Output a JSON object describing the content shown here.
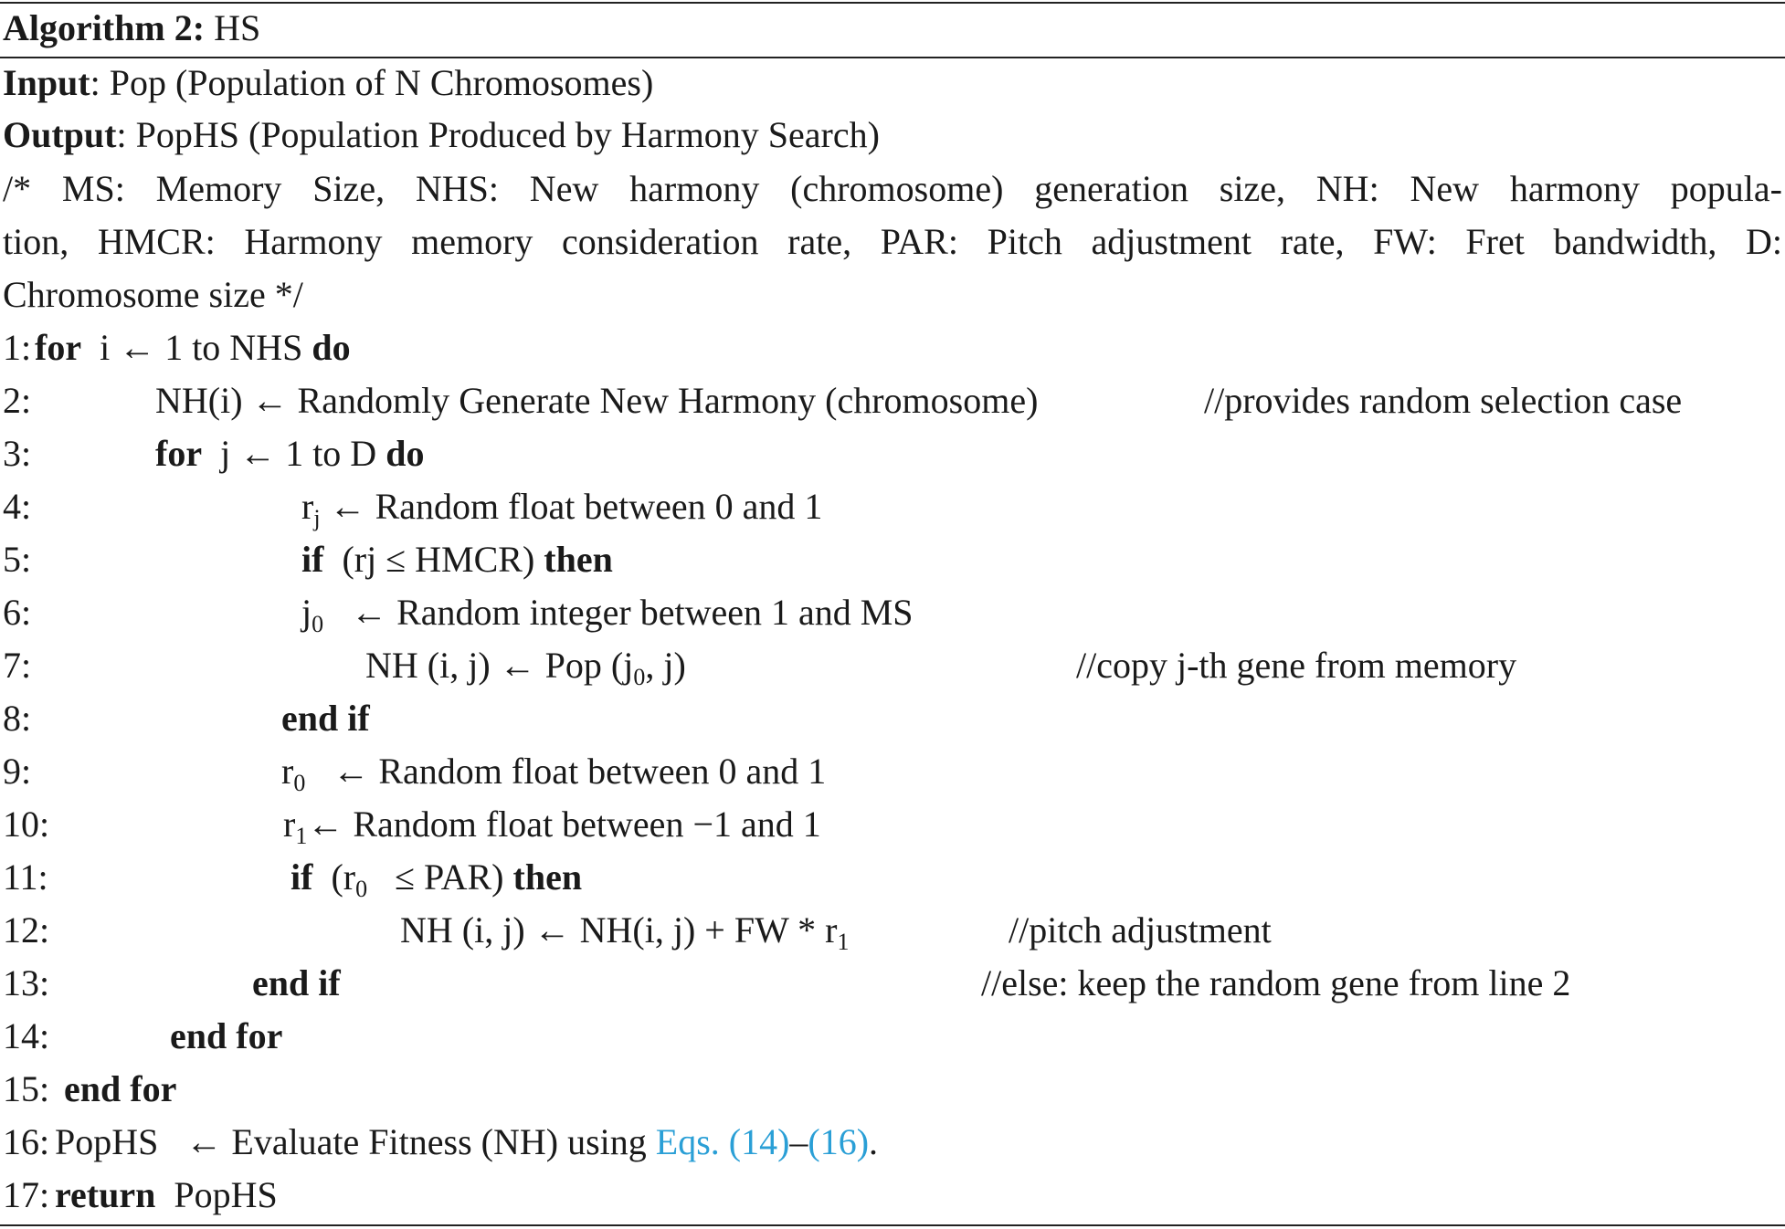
{
  "title": {
    "label": "Algorithm 2:",
    "name": "HS"
  },
  "input": {
    "label": "Input",
    "text": ": Pop (Population of N Chromosomes)"
  },
  "output": {
    "label": "Output",
    "text": ": PopHS  (Population Produced by Harmony Search)"
  },
  "description": "/* MS: Memory Size, NHS: New harmony (chromosome) generation size, NH: New harmony popula-tion, HMCR: Harmony memory consideration rate, PAR: Pitch adjustment rate, FW: Fret bandwidth, D: Chromosome size */",
  "description_lines": [
    "/* MS: Memory Size, NHS: New harmony (chromosome) generation size, NH: New harmony popula-",
    "tion, HMCR: Harmony memory consideration rate, PAR: Pitch adjustment rate, FW: Fret bandwidth, D:",
    "Chromosome size */"
  ],
  "lines": [
    {
      "num": "1:",
      "parts": [
        [
          "kw",
          "for"
        ],
        [
          "t",
          "  i ← 1 to NHS "
        ],
        [
          "kw",
          "do"
        ]
      ]
    },
    {
      "num": "2:",
      "parts": [
        [
          "t",
          "NH(i) ← Randomly Generate New Harmony (chromosome)"
        ]
      ],
      "comment": "//provides random selection case"
    },
    {
      "num": "3:",
      "parts": [
        [
          "kw",
          "for"
        ],
        [
          "t",
          "  j ← 1 to D "
        ],
        [
          "kw",
          "do"
        ]
      ]
    },
    {
      "num": "4:",
      "parts": [
        [
          "t",
          "r"
        ],
        [
          "sub",
          "j"
        ],
        [
          "t",
          " ← Random float between 0 and 1"
        ]
      ]
    },
    {
      "num": "5:",
      "parts": [
        [
          "kw",
          "if"
        ],
        [
          "t",
          "  (rj ≤ HMCR) "
        ],
        [
          "kw",
          "then"
        ]
      ]
    },
    {
      "num": "6:",
      "parts": [
        [
          "t",
          "j"
        ],
        [
          "sub",
          "0"
        ],
        [
          "t",
          "   ← Random integer between 1 and MS"
        ]
      ]
    },
    {
      "num": "7:",
      "parts": [
        [
          "t",
          "NH (i, j) ← Pop (j"
        ],
        [
          "sub",
          "0"
        ],
        [
          "t",
          ", j)"
        ]
      ],
      "comment": "//copy j-th  gene from memory"
    },
    {
      "num": "8:",
      "parts": [
        [
          "kw",
          "end if"
        ]
      ]
    },
    {
      "num": "9:",
      "parts": [
        [
          "t",
          "r"
        ],
        [
          "sub",
          "0"
        ],
        [
          "t",
          "   ← Random float between 0 and 1"
        ]
      ]
    },
    {
      "num": "10:",
      "parts": [
        [
          "t",
          "r"
        ],
        [
          "sub",
          "1"
        ],
        [
          "t",
          "← Random float between −1 and 1"
        ]
      ]
    },
    {
      "num": "11:",
      "parts": [
        [
          "kw",
          "if"
        ],
        [
          "t",
          "  (r"
        ],
        [
          "sub",
          "0"
        ],
        [
          "t",
          "   ≤ PAR) "
        ],
        [
          "kw",
          "then"
        ]
      ]
    },
    {
      "num": "12:",
      "parts": [
        [
          "t",
          "NH (i, j) ← NH(i, j) + FW * r"
        ],
        [
          "sub",
          "1"
        ]
      ],
      "comment": "//pitch adjustment"
    },
    {
      "num": "13:",
      "parts": [
        [
          "kw",
          "end if"
        ]
      ],
      "comment": "//else: keep the random gene from line 2"
    },
    {
      "num": "14:",
      "parts": [
        [
          "kw",
          "end for"
        ]
      ]
    },
    {
      "num": "15:",
      "parts": [
        [
          "kw",
          "end for"
        ]
      ]
    },
    {
      "num": "16:",
      "parts": [
        [
          "t",
          "PopHS   ← Evaluate Fitness (NH) using "
        ],
        [
          "link",
          "Eqs. (14)"
        ],
        [
          "t",
          "–"
        ],
        [
          "link",
          "(16)"
        ],
        [
          "t",
          "."
        ]
      ]
    },
    {
      "num": "17:",
      "parts": [
        [
          "kw",
          "return"
        ],
        [
          "t",
          "  PopHS"
        ]
      ]
    }
  ],
  "colors": {
    "link": "#2a9fd6",
    "text": "#1a1a1a",
    "rule": "#222222"
  }
}
